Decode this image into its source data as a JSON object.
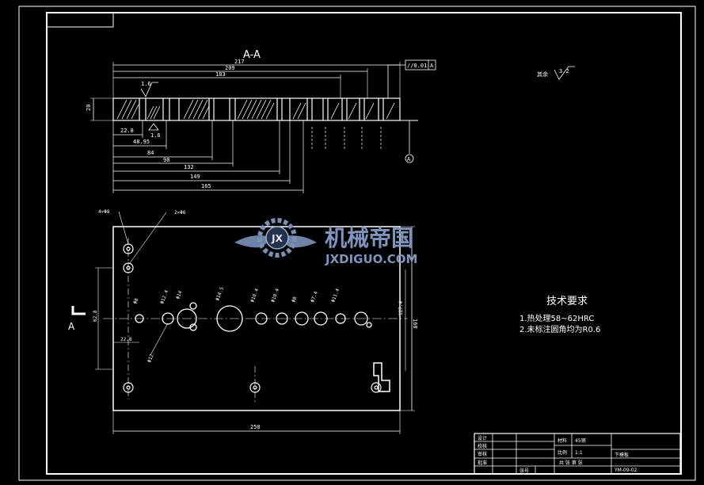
{
  "section_view": {
    "title": "A-A",
    "height_dim": "20",
    "top_dims": [
      "217",
      "209",
      "183"
    ],
    "left_dims": [
      "22.8",
      "48.95",
      "84",
      "98",
      "132",
      "149",
      "165"
    ],
    "roughness_top": "1.6",
    "roughness_bottom": "1.6",
    "parallel_tolerance": "//0.01",
    "datum_ref": "A",
    "datum_marker": "A"
  },
  "roughness_note": {
    "prefix": "其余",
    "value": "3.2"
  },
  "plan_view": {
    "view_marker": "A",
    "hole_callouts": [
      "4×Φ8",
      "2×Φ6"
    ],
    "hole_labels": [
      "Φ8",
      "Φ12.4",
      "Φ14",
      "Φ14.5",
      "Φ10.4",
      "Φ10.4",
      "Φ8",
      "Φ7.4",
      "Φ11.4",
      "Φ12"
    ],
    "dim_width": "250",
    "dim_left": "22.8",
    "dim_height": "160",
    "dim_height_inner": "127.4",
    "dim_left_vertical": "62.8"
  },
  "tech_requirements": {
    "title": "技术要求",
    "items": [
      "1.热处理58~62HRC",
      "2.未标注圆角均为R0.6"
    ]
  },
  "watermark": {
    "cn": "机械帝国",
    "en": "JXDIGUO.COM",
    "badge": "JX"
  },
  "title_block": {
    "rows": [
      "设计",
      "校核",
      "审核",
      "批准"
    ],
    "sheet_label": "张号",
    "material_label": "材料",
    "material_value": "45钢",
    "scale_label": "比例",
    "scale_value": "1:1",
    "sheet_count": "共 张 第 张",
    "part_name": "下模板",
    "drawing_no": "YM-09-02"
  }
}
